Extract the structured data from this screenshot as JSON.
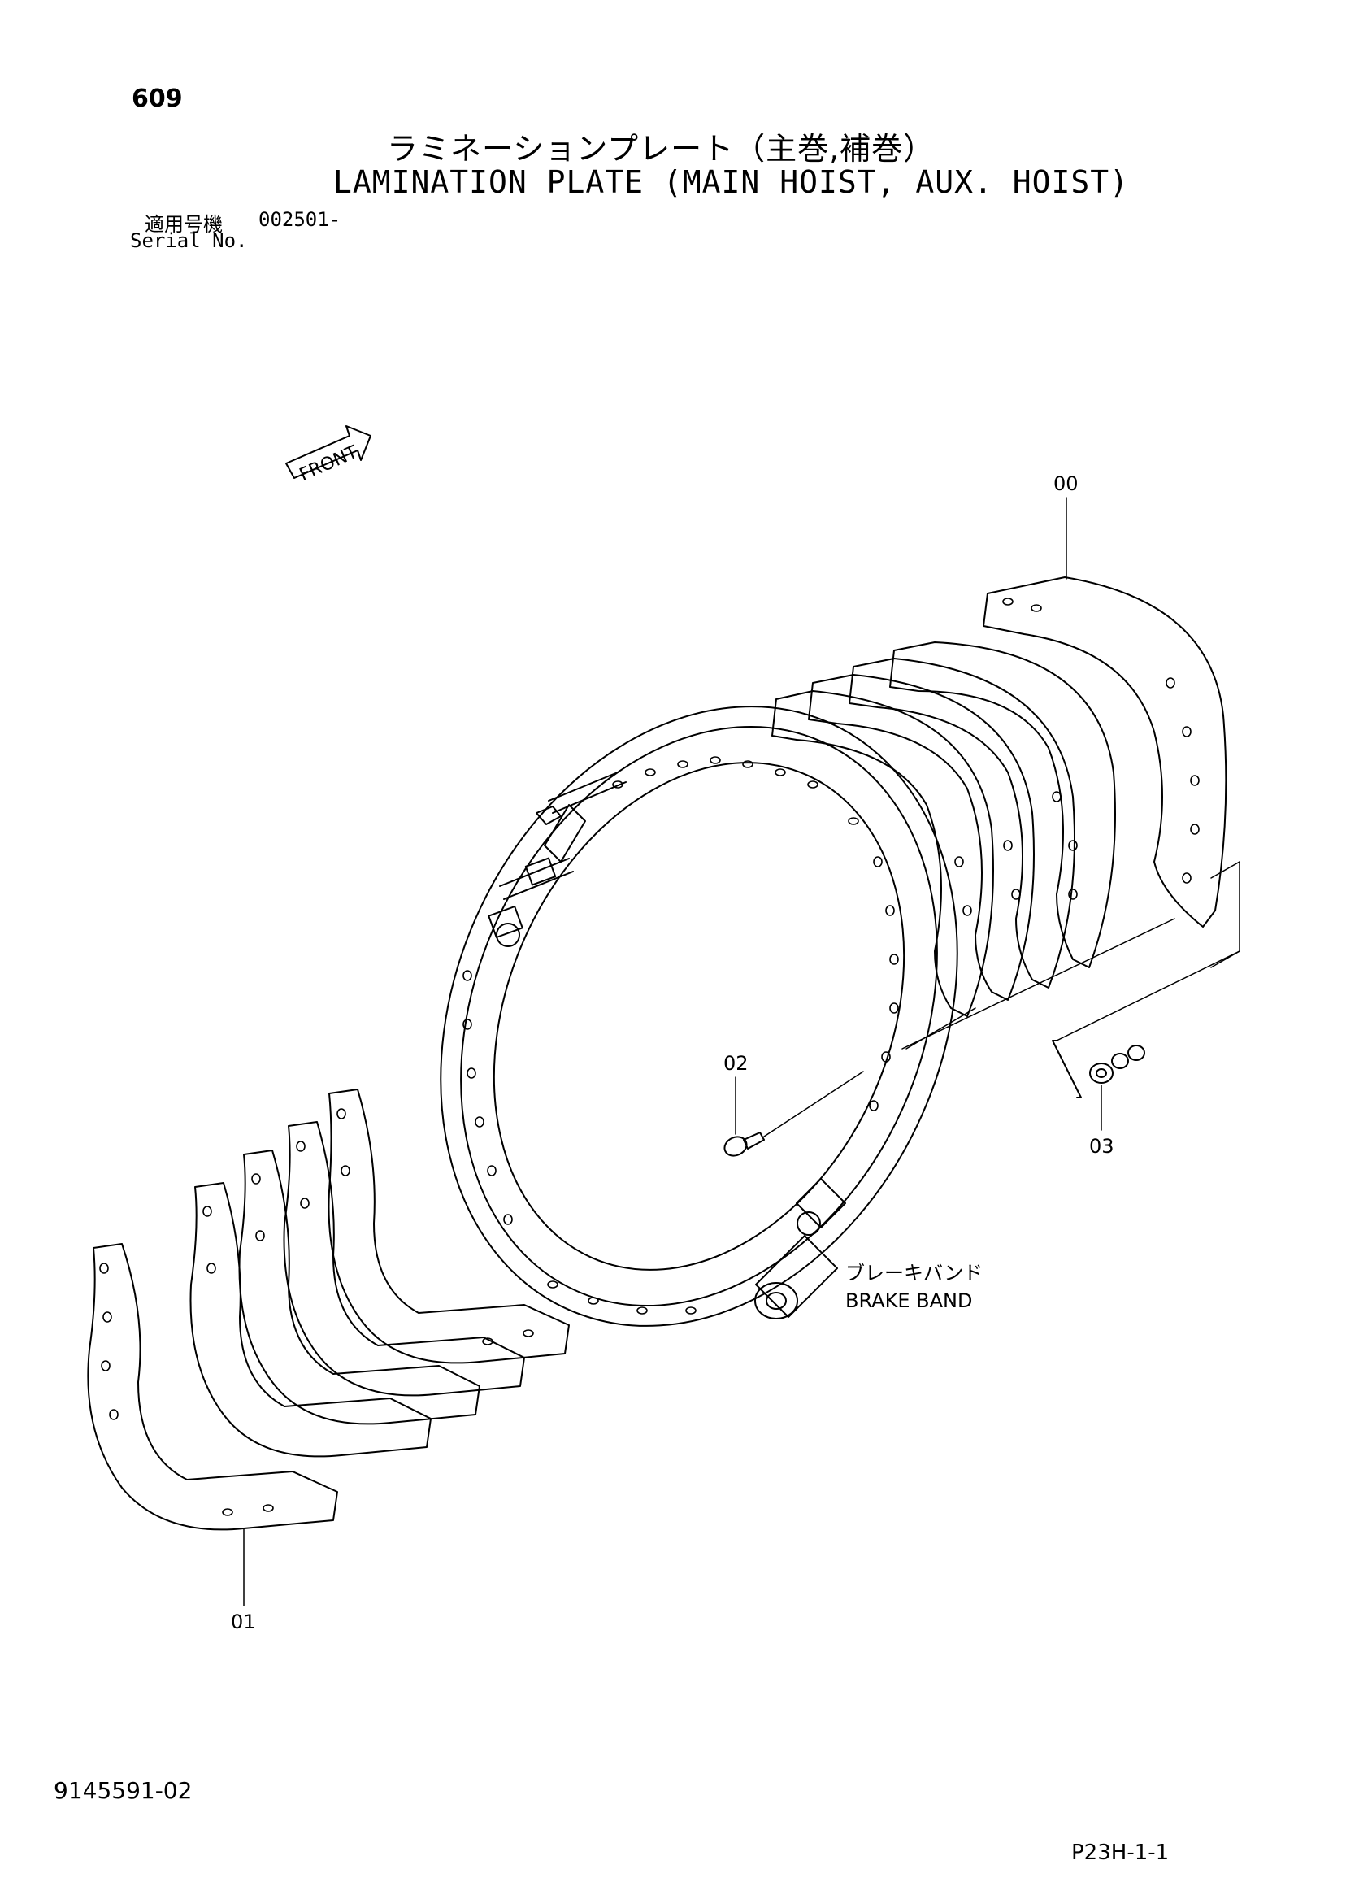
{
  "header": {
    "page_number": "609",
    "title_jp": "ラミネーションプレート（主巻,補巻）",
    "title_en": "LAMINATION PLATE (MAIN HOIST, AUX. HOIST)",
    "serial_label_jp": "適用号機",
    "serial_value": "002501-",
    "serial_label_en": "Serial No."
  },
  "diagram": {
    "front_arrow_label": "FRONT",
    "callouts": {
      "c00": "00",
      "c01": "01",
      "c02": "02",
      "c03": "03"
    },
    "brake_band_label_jp": "ブレーキバンド",
    "brake_band_label_en": "BRAKE BAND"
  },
  "footer": {
    "doc_number": "9145591-02",
    "page_code": "P23H-1-1"
  }
}
